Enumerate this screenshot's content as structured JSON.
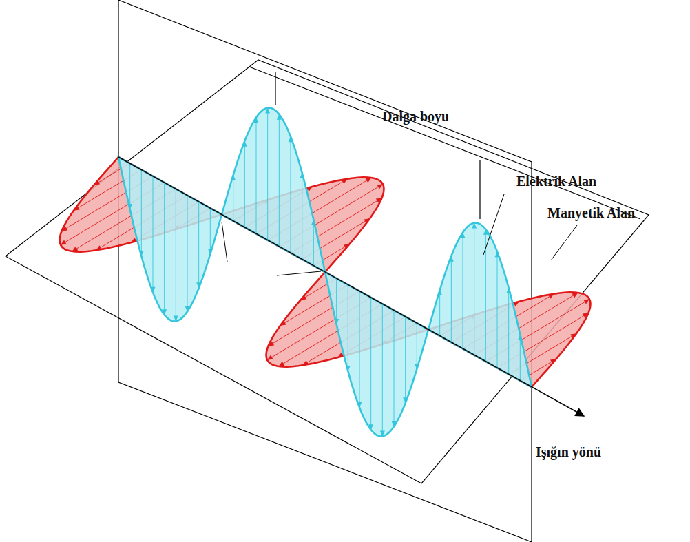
{
  "diagram": {
    "labels": [
      "Dalga boyu",
      "Elektrik Alan",
      "Manyetik Alan",
      "Işığın yönü"
    ]
  }
}
